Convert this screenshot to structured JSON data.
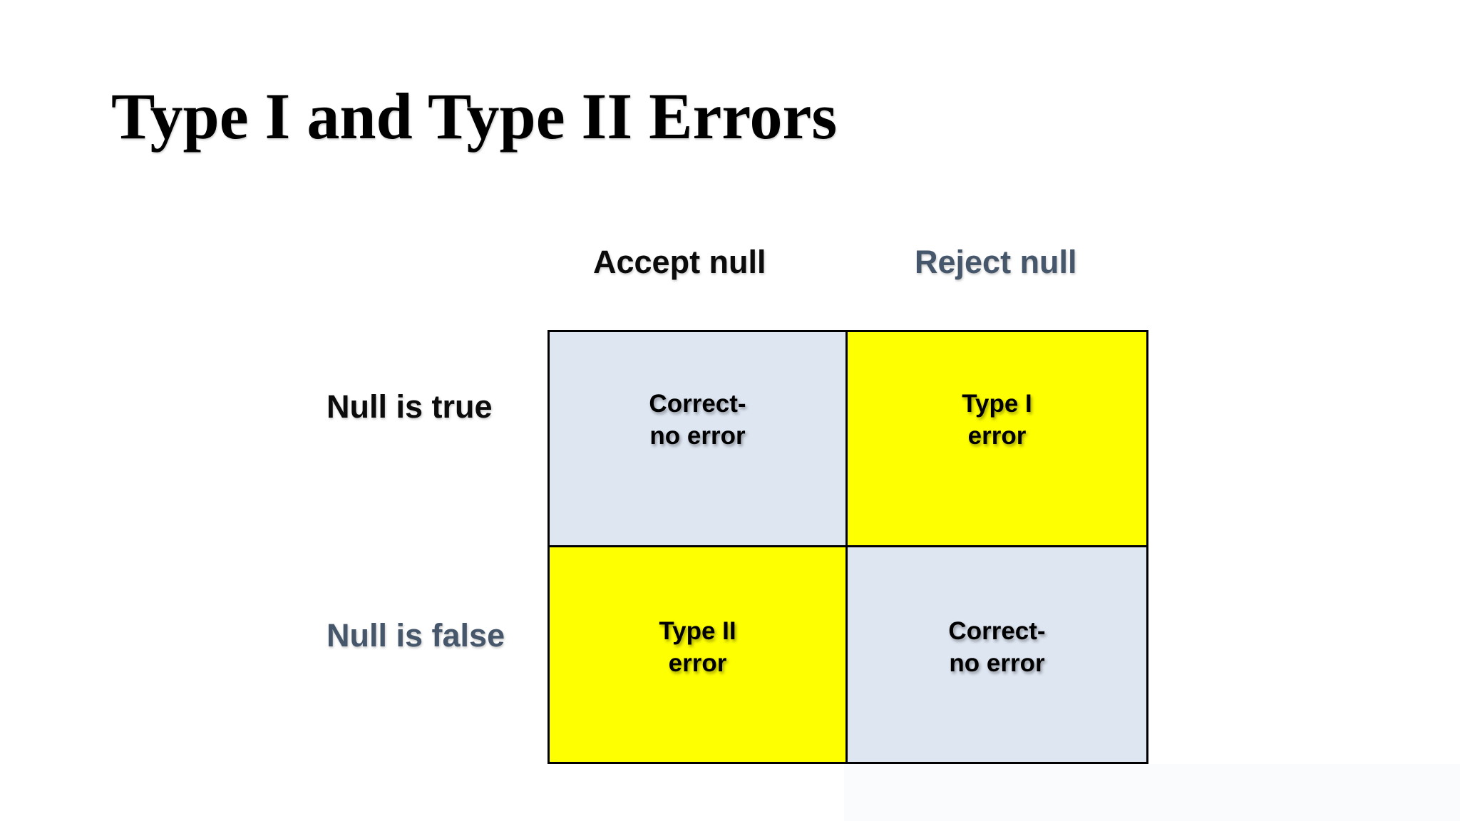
{
  "slide": {
    "title": "Type I and Type II Errors",
    "background": "#ffffff"
  },
  "matrix": {
    "column_headers": [
      {
        "label": "Accept null",
        "color": "#0b0b0b"
      },
      {
        "label": "Reject null",
        "color": "#46566b"
      }
    ],
    "row_headers": [
      {
        "label": "Null is true",
        "color": "#0b0b0b"
      },
      {
        "label": "Null is false",
        "color": "#46566b"
      }
    ],
    "cells": [
      {
        "row": "Null is true",
        "col": "Accept null",
        "line1": "Correct-",
        "line2": "no error",
        "variant": "correct"
      },
      {
        "row": "Null is true",
        "col": "Reject null",
        "line1": "Type I",
        "line2": "error",
        "variant": "error"
      },
      {
        "row": "Null is false",
        "col": "Accept null",
        "line1": "Type II",
        "line2": "error",
        "variant": "error"
      },
      {
        "row": "Null is false",
        "col": "Reject null",
        "line1": "Correct-",
        "line2": "no error",
        "variant": "correct"
      }
    ],
    "colors": {
      "correct_cell": "#dee6f2",
      "error_cell": "#feff00",
      "border": "#000000"
    }
  }
}
